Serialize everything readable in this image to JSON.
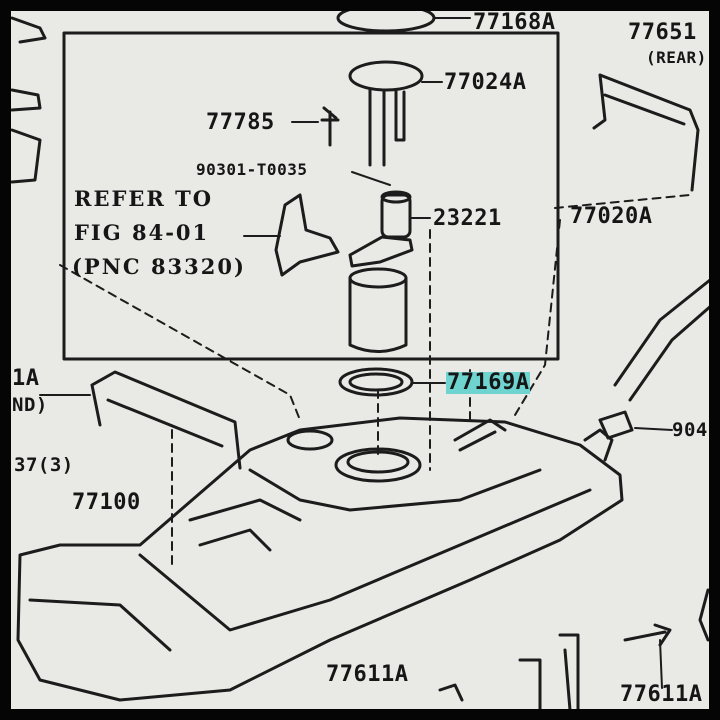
{
  "labels": {
    "p77168a": "77168A",
    "p77024a": "77024A",
    "p77785": "77785",
    "p90301": "90301-T0035",
    "p23221": "23221",
    "p77020a": "77020A",
    "p77169a": "77169A",
    "p77100": "77100",
    "p77611a_a": "77611A",
    "p77611a_b": "77611A",
    "p904": "904",
    "p7765": "77651",
    "rear": "(REAR)",
    "left_a": "1A",
    "left_b": "ND)",
    "left_c": "37(3)"
  },
  "refer": {
    "line1": "REFER TO",
    "line2": "FIG 84-01",
    "line3": "(PNC 83320)"
  },
  "colors": {
    "paper": "#e9e9e6",
    "ink": "#161616",
    "highlight": "#6fd3cf",
    "frame": "#050505"
  }
}
